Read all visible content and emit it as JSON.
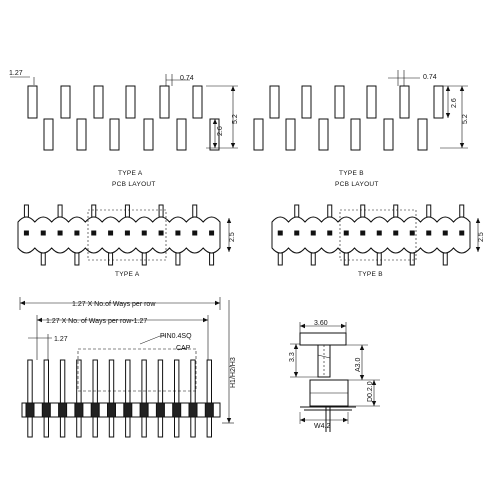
{
  "drawing": {
    "pcb_a": {
      "pitch": "1.27",
      "pad": "0.74",
      "row_offset": "2.6",
      "height": "5.2",
      "caption_1": "TYPE A",
      "caption_2": "PCB LAYOUT"
    },
    "pcb_b": {
      "pad": "0.74",
      "row_offset": "2.6",
      "height": "5.2",
      "caption_1": "TYPE B",
      "caption_2": "PCB LAYOUT"
    },
    "view_a": {
      "height": "2.5",
      "caption": "TYPE A"
    },
    "view_b": {
      "height": "2.5",
      "caption": "TYPE B"
    },
    "front": {
      "dim_outer": "1.27 X No.of Ways per row",
      "dim_inner": "1.27 X No. of Ways per row-1.27",
      "dim_pitch": "1.27",
      "pin": "PIN0.4SQ",
      "cap": "CAP",
      "heights": "H1/H2/H3"
    },
    "side": {
      "width_top": "3.60",
      "height_left": "3.3",
      "height_a": "A3.0",
      "diameter": "D0.2.0",
      "width_bottom": "W4.2"
    }
  }
}
